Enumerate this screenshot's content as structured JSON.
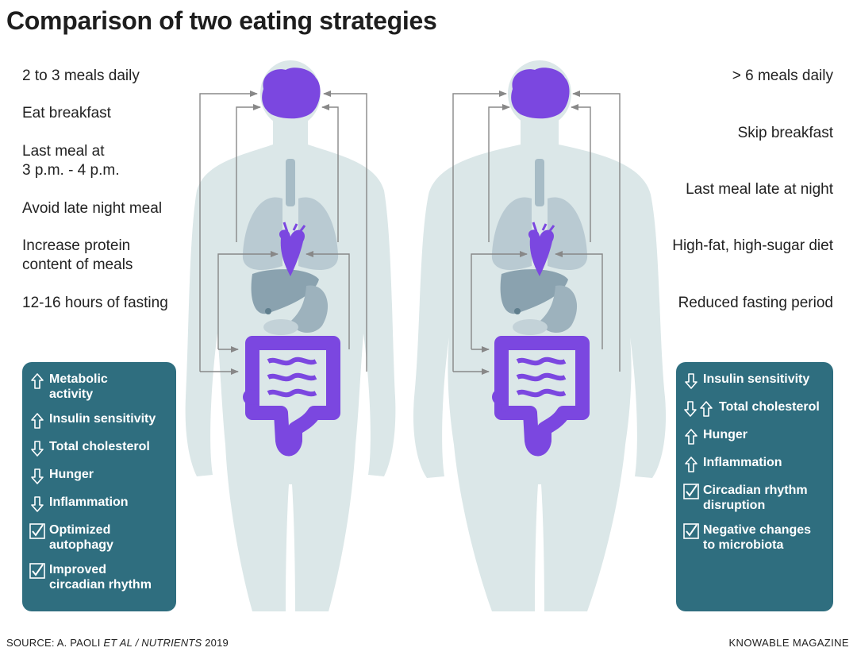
{
  "title": "Comparison of two eating strategies",
  "left": {
    "labels": [
      "2 to 3 meals daily",
      "Eat breakfast",
      "Last meal at",
      "3 p.m. - 4 p.m.",
      "Avoid late night meal",
      "Increase protein",
      "content of meals",
      "12-16 hours of fasting"
    ],
    "effects": [
      {
        "icon": "arrow-up-icon",
        "lines": [
          "Metabolic",
          "activity"
        ]
      },
      {
        "icon": "arrow-up-icon",
        "lines": [
          "Insulin sensitivity"
        ]
      },
      {
        "icon": "arrow-down-icon",
        "lines": [
          "Total cholesterol"
        ]
      },
      {
        "icon": "arrow-down-icon",
        "lines": [
          "Hunger"
        ]
      },
      {
        "icon": "arrow-down-icon",
        "lines": [
          "Inflammation"
        ]
      },
      {
        "icon": "checkbox-icon",
        "lines": [
          "Optimized",
          "autophagy"
        ]
      },
      {
        "icon": "checkbox-icon",
        "lines": [
          "Improved",
          "circadian rhythm"
        ]
      }
    ]
  },
  "right": {
    "labels": [
      "> 6 meals daily",
      "Skip breakfast",
      "Last meal late at night",
      "High-fat, high-sugar diet",
      "Reduced fasting period"
    ],
    "effects": [
      {
        "icon": "arrow-down-icon",
        "lines": [
          "Insulin sensitivity"
        ]
      },
      {
        "icon": "arrow-down-up-icon",
        "lines": [
          "Total cholesterol"
        ]
      },
      {
        "icon": "arrow-up-icon",
        "lines": [
          "Hunger"
        ]
      },
      {
        "icon": "arrow-up-icon",
        "lines": [
          "Inflammation"
        ]
      },
      {
        "icon": "checkbox-icon",
        "lines": [
          "Circadian rhythm",
          "disruption"
        ]
      },
      {
        "icon": "checkbox-icon",
        "lines": [
          "Negative changes",
          "to microbiota"
        ]
      }
    ]
  },
  "source": {
    "prefix": "SOURCE: A. PAOLI ",
    "italic": "ET AL / NUTRIENTS",
    "year": " 2019"
  },
  "brand": "KNOWABLE MAGAZINE",
  "colors": {
    "panel": "#2f6e7f",
    "organ_highlight": "#7b47e0",
    "body": "#dbe7e8",
    "organ": "#a7bcc6",
    "arrow": "#888888"
  }
}
